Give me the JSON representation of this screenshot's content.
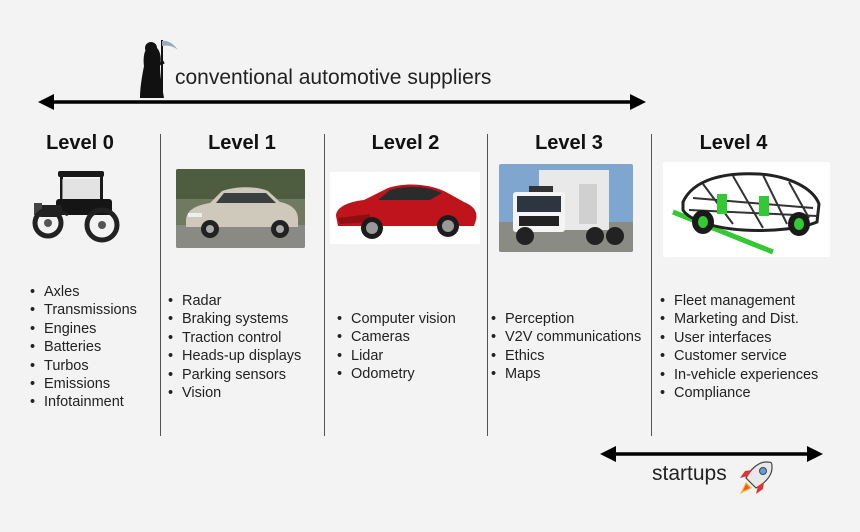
{
  "top_band": {
    "label": "conventional automotive suppliers"
  },
  "bottom_band": {
    "label": "startups"
  },
  "levels": [
    {
      "title": "Level 0",
      "image": "model-t-car",
      "items": [
        "Axles",
        "Transmissions",
        "Engines",
        "Batteries",
        "Turbos",
        "Emissions",
        "Infotainment"
      ]
    },
    {
      "title": "Level 1",
      "image": "lexus-sedan",
      "items": [
        "Radar",
        "Braking systems",
        "Traction control",
        "Heads-up displays",
        "Parking sensors",
        "Vision"
      ]
    },
    {
      "title": "Level 2",
      "image": "tesla-model-s",
      "items": [
        "Computer vision",
        "Cameras",
        "Lidar",
        "Odometry"
      ]
    },
    {
      "title": "Level 3",
      "image": "autonomous-truck",
      "items": [
        "Perception",
        "V2V communications",
        "Ethics",
        "Maps"
      ]
    },
    {
      "title": "Level 4",
      "image": "concept-pod-vehicle",
      "items": [
        "Fleet management",
        "Marketing and Dist.",
        "User interfaces",
        "Customer service",
        "In-vehicle experiences",
        "Compliance"
      ]
    }
  ],
  "colors": {
    "background": "#f3f3f3",
    "arrow": "#000000",
    "car_red": "#c0141c",
    "concept_green": "#34c934"
  }
}
